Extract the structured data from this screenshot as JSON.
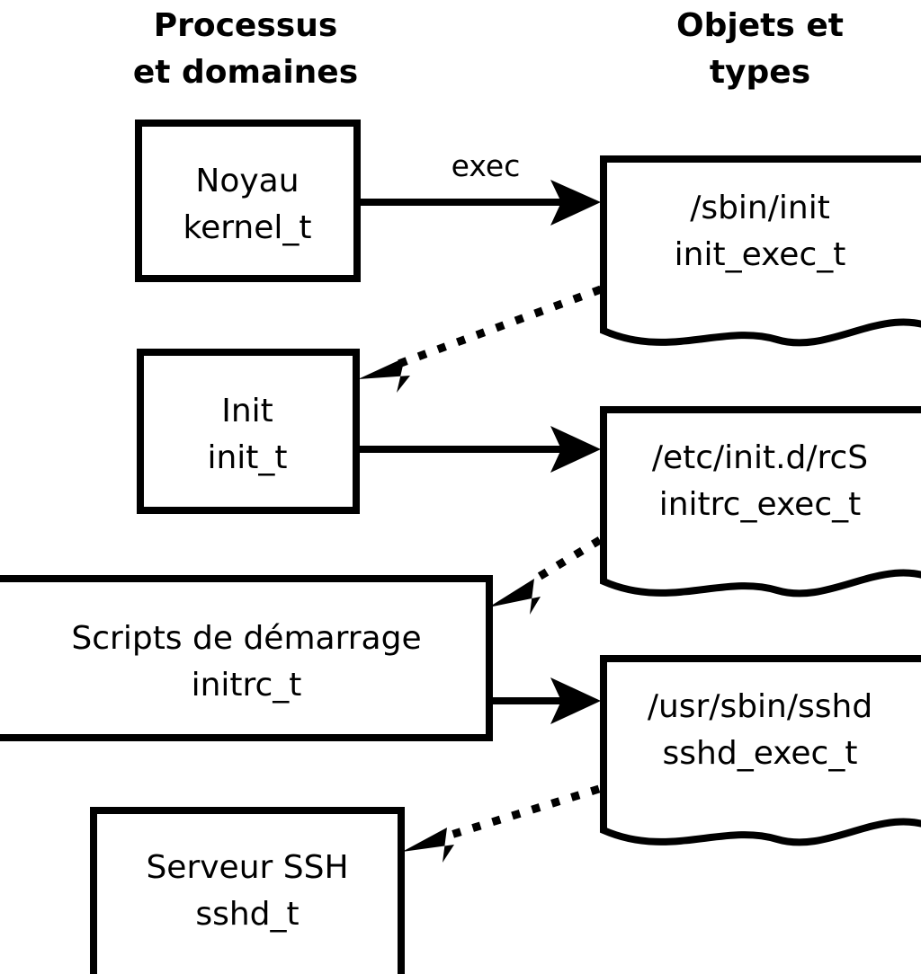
{
  "diagram": {
    "title_columns": {
      "left": {
        "line1": "Processus",
        "line2": "et domaines"
      },
      "right": {
        "line1": "Objets et",
        "line2": "types"
      }
    },
    "process_nodes": [
      {
        "id": "kernel",
        "line1": "Noyau",
        "line2": "kernel_t"
      },
      {
        "id": "init",
        "line1": "Init",
        "line2": "init_t"
      },
      {
        "id": "initrc",
        "line1": "Scripts de démarrage",
        "line2": "initrc_t"
      },
      {
        "id": "sshd",
        "line1": "Serveur SSH",
        "line2": "sshd_t"
      }
    ],
    "object_nodes": [
      {
        "id": "init_exec",
        "line1": "/sbin/init",
        "line2": "init_exec_t"
      },
      {
        "id": "initrc_exec",
        "line1": "/etc/init.d/rcS",
        "line2": "initrc_exec_t"
      },
      {
        "id": "sshd_exec",
        "line1": "/usr/sbin/sshd",
        "line2": "sshd_exec_t"
      }
    ],
    "edges": [
      {
        "id": "kernel-to-init_exec",
        "label": "exec",
        "style": "solid",
        "from": "kernel",
        "to": "init_exec"
      },
      {
        "id": "init_exec-to-init",
        "label": "",
        "style": "dotted",
        "from": "init_exec",
        "to": "init"
      },
      {
        "id": "init-to-initrc_exec",
        "label": "",
        "style": "solid",
        "from": "init",
        "to": "initrc_exec"
      },
      {
        "id": "initrc_exec-to-initrc",
        "label": "",
        "style": "dotted",
        "from": "initrc_exec",
        "to": "initrc"
      },
      {
        "id": "initrc-to-sshd_exec",
        "label": "",
        "style": "solid",
        "from": "initrc",
        "to": "sshd_exec"
      },
      {
        "id": "sshd_exec-to-sshd",
        "label": "",
        "style": "dotted",
        "from": "sshd_exec",
        "to": "sshd"
      }
    ],
    "colors": {
      "background": "#ffffff",
      "stroke": "#000000",
      "text": "#000000"
    }
  }
}
